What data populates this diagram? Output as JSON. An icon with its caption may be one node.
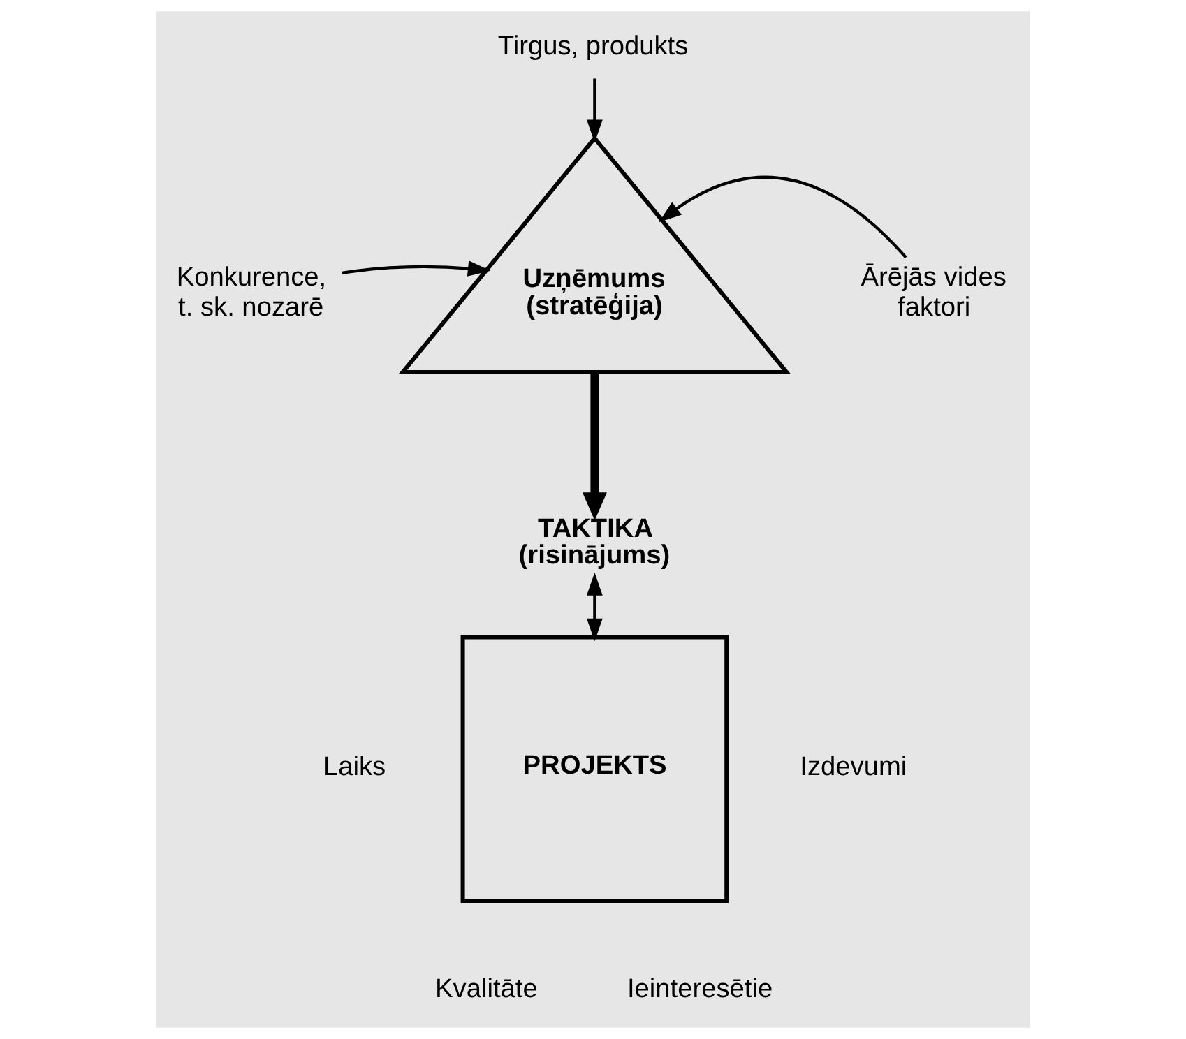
{
  "diagram": {
    "nodes": [
      {
        "text": [
          "Tirgus, produkts"
        ]
      },
      {
        "text": [
          "Konkurence, t. sk. nozarē"
        ]
      },
      {
        "text": [
          "Uzņēmums (stratēģija)"
        ]
      },
      {
        "text": [
          "Ārējās vides faktori"
        ]
      },
      {
        "text": [
          "TAKTIKA (risinājums)"
        ]
      },
      {
        "text": [
          "PROJEKTS"
        ]
      }
    ],
    "edges": [
      {
        "from": 0,
        "to": 2,
        "arrow": "to"
      },
      {
        "from": 1,
        "to": 2,
        "arrow": "to"
      },
      {
        "from": 3,
        "to": 2,
        "arrow": "to"
      },
      {
        "from": 2,
        "to": 4,
        "arrow": "to",
        "style": "thick"
      },
      {
        "from": 4,
        "to": 5,
        "arrow": "both"
      }
    ],
    "labels": [
      "Laiks",
      "Izdevumi",
      "Kvalitāte",
      "Ieinteresētie"
    ]
  }
}
